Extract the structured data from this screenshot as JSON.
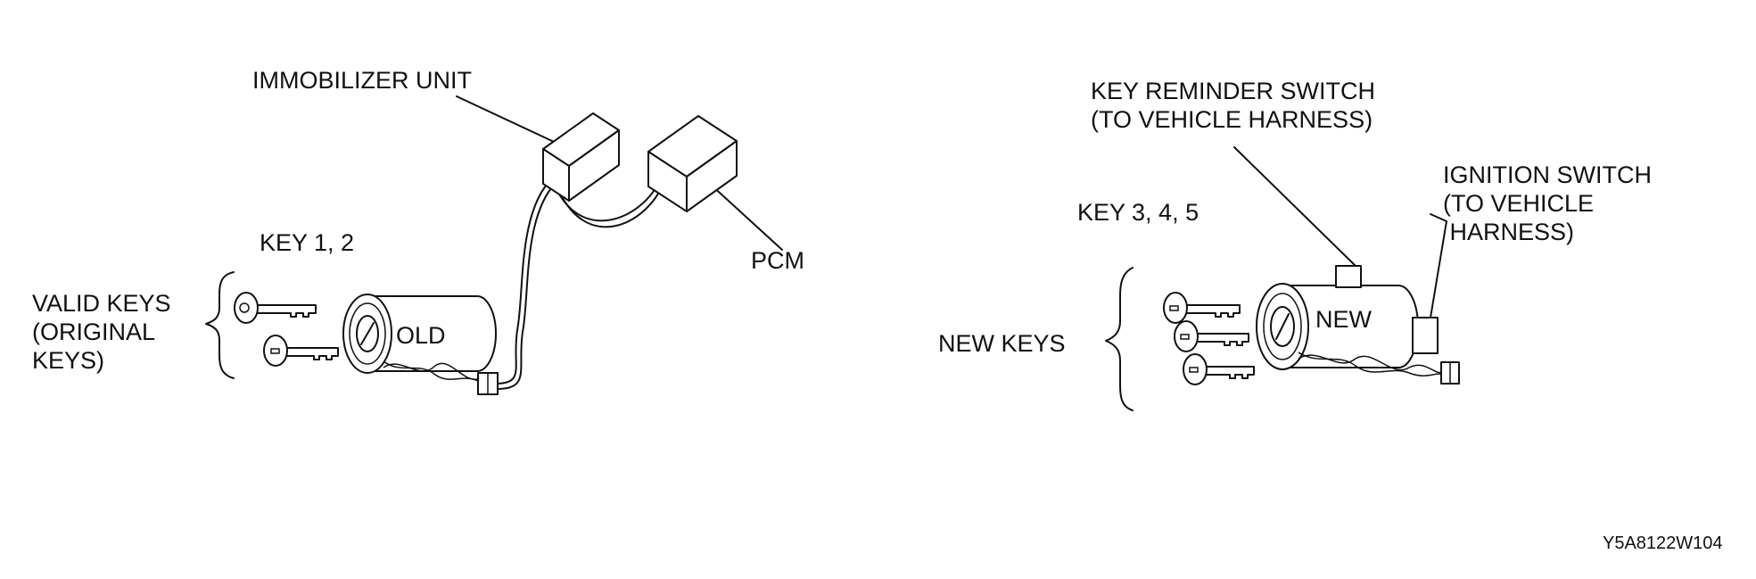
{
  "labels": {
    "immobilizer_unit": "IMMOBILIZER UNIT",
    "pcm": "PCM",
    "key_1_2": "KEY 1, 2",
    "valid_keys": "VALID KEYS\n(ORIGINAL\nKEYS)",
    "old": "OLD",
    "key_reminder_switch": "KEY REMINDER SWITCH\n(TO VEHICLE HARNESS)",
    "ignition_switch": "IGNITION SWITCH\n(TO VEHICLE\n HARNESS)",
    "key_3_4_5": "KEY 3, 4, 5",
    "new_keys": "NEW KEYS",
    "new": "NEW",
    "figure_code": "Y5A8122W104"
  }
}
